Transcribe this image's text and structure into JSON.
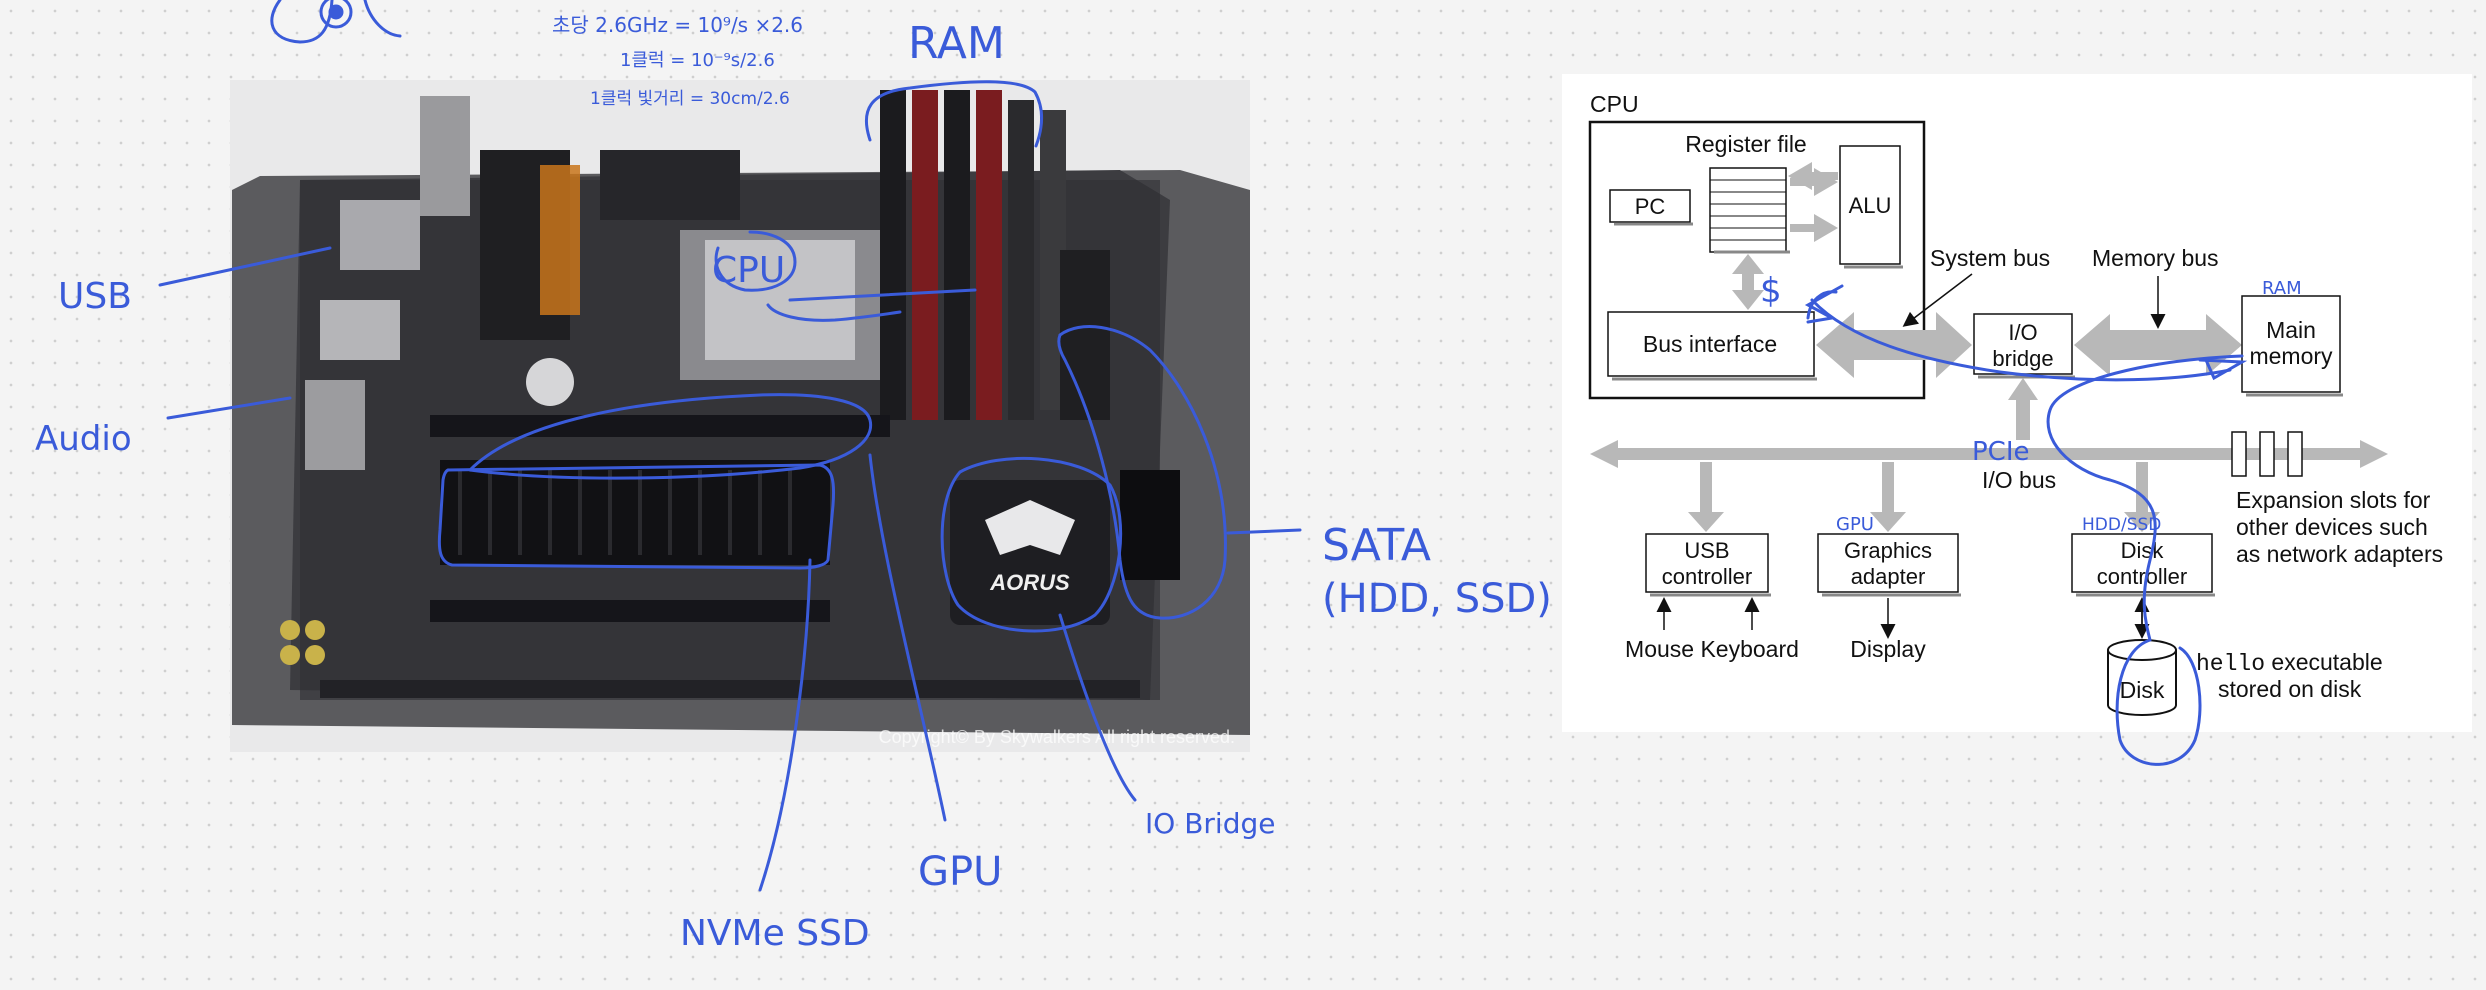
{
  "photo": {
    "copyright": "Copyright© By Skywalkers All right reserved.",
    "chipset_brand": "AORUS"
  },
  "handwritten": {
    "top_formula_1": "초당 2.6GHz = 10⁹/s ×2.6",
    "top_formula_2": "1클럭 = 10⁻⁹s/2.6",
    "top_formula_3": "1클럭 빛거리 = 30cm/2.6",
    "ram": "RAM",
    "cpu": "CPU",
    "usb": "USB",
    "audio": "Audio",
    "sata_line1": "SATA",
    "sata_line2": "(HDD, SSD)",
    "io_bridge": "IO Bridge",
    "gpu_bottom": "GPU",
    "nvme": "NVMe SSD",
    "cache": "$",
    "pcie": "PCIe",
    "diagram_ram": "RAM",
    "diagram_gpu": "GPU",
    "diagram_hdd": "HDD/SSD"
  },
  "diagram": {
    "cpu": "CPU",
    "register_file": "Register file",
    "pc": "PC",
    "alu": "ALU",
    "bus_interface": "Bus interface",
    "system_bus": "System bus",
    "memory_bus": "Memory bus",
    "io_bridge_1": "I/O",
    "io_bridge_2": "bridge",
    "main_memory_1": "Main",
    "main_memory_2": "memory",
    "io_bus": "I/O bus",
    "expansion_1": "Expansion slots for",
    "expansion_2": "other devices such",
    "expansion_3": "as network adapters",
    "usb_1": "USB",
    "usb_2": "controller",
    "graphics_1": "Graphics",
    "graphics_2": "adapter",
    "disk_ctrl_1": "Disk",
    "disk_ctrl_2": "controller",
    "mouse_keyboard": "Mouse Keyboard",
    "display": "Display",
    "disk": "Disk",
    "hello_code": "hello",
    "hello_rest": " executable",
    "stored_on_disk": "stored on disk"
  }
}
